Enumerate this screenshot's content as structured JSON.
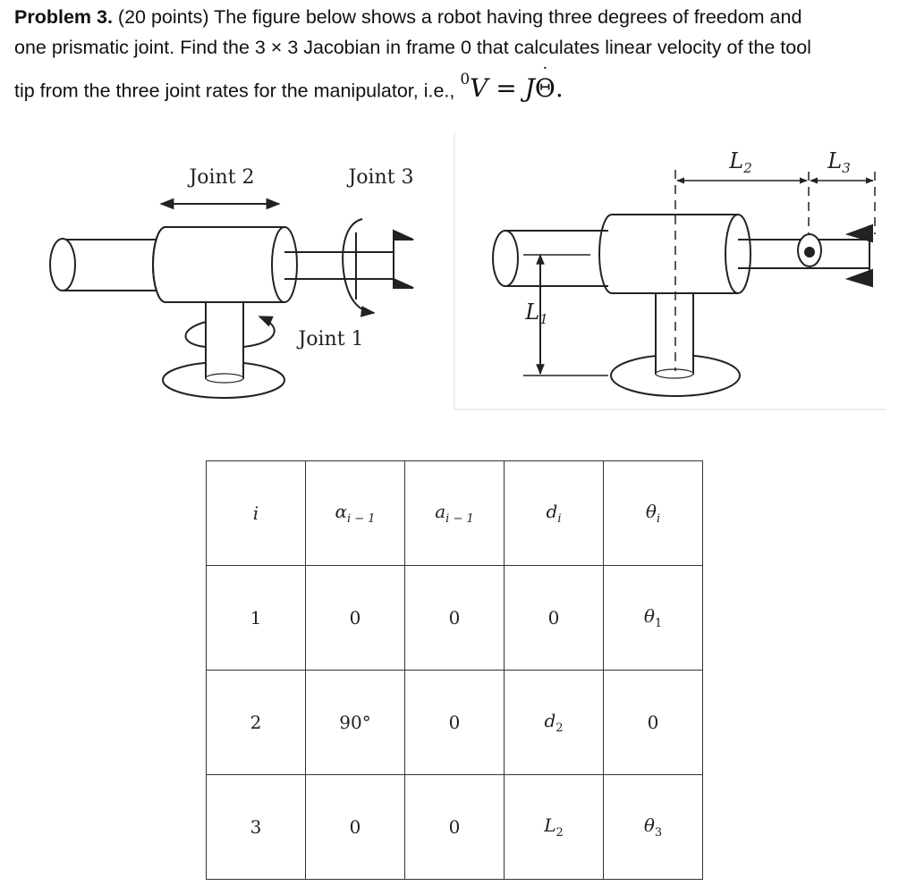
{
  "problem": {
    "title": "Problem 3.",
    "line1": " (20 points) The figure below shows a robot having three degrees of freedom and",
    "line2": "one prismatic joint. Find the 3 × 3 Jacobian in frame 0 that calculates linear velocity of the tool",
    "line3": "tip from the three joint rates for the manipulator, i.e., ",
    "eq_sup": "0",
    "eq_V": "V",
    "eq_eq": " = ",
    "eq_J": "J",
    "eq_theta": "Θ",
    "eq_end": "."
  },
  "figure_left": {
    "joint2": "Joint 2",
    "joint3": "Joint 3",
    "joint1": "Joint 1"
  },
  "figure_right": {
    "L2": "L",
    "L2_sub": "2",
    "L3": "L",
    "L3_sub": "3",
    "L1": "L",
    "L1_sub": "1"
  },
  "dh_table": {
    "headers": [
      {
        "sym": "i",
        "sub": ""
      },
      {
        "sym": "α",
        "sub": "i − 1"
      },
      {
        "sym": "a",
        "sub": "i − 1"
      },
      {
        "sym": "d",
        "sub": "i"
      },
      {
        "sym": "θ",
        "sub": "i"
      }
    ],
    "rows": [
      [
        {
          "v": "1",
          "s": ""
        },
        {
          "v": "0",
          "s": ""
        },
        {
          "v": "0",
          "s": ""
        },
        {
          "v": "0",
          "s": ""
        },
        {
          "v": "θ",
          "s": "1"
        }
      ],
      [
        {
          "v": "2",
          "s": ""
        },
        {
          "v": "90°",
          "s": ""
        },
        {
          "v": "0",
          "s": ""
        },
        {
          "v": "d",
          "s": "2"
        },
        {
          "v": "0",
          "s": ""
        }
      ],
      [
        {
          "v": "3",
          "s": ""
        },
        {
          "v": "0",
          "s": ""
        },
        {
          "v": "0",
          "s": ""
        },
        {
          "v": "L",
          "s": "2"
        },
        {
          "v": "θ",
          "s": "3"
        }
      ]
    ]
  }
}
